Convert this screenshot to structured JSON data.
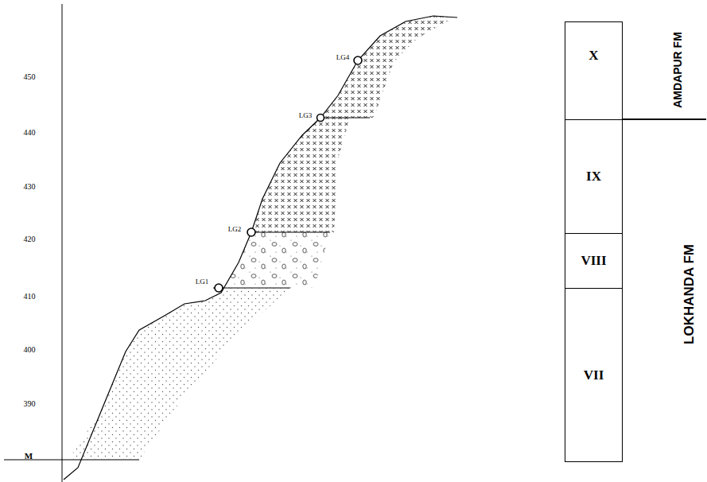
{
  "diagram": {
    "nodes": [
      {
        "text": [
          "X"
        ]
      },
      {
        "text": [
          "IX"
        ]
      },
      {
        "text": [
          "VIII"
        ]
      },
      {
        "text": [
          "VII"
        ]
      }
    ],
    "labels": [
      "450",
      "440",
      "430",
      "420",
      "410",
      "400",
      "390",
      "M",
      "LG1",
      "LG2",
      "LG3",
      "LG4",
      "AMDAPUR FM",
      "LOKHANDA FM"
    ]
  }
}
